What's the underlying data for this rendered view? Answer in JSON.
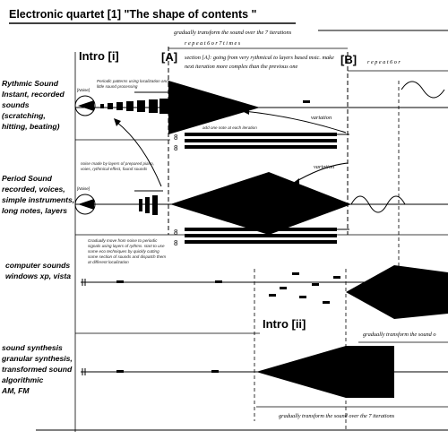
{
  "title": "Electronic quartet [1] \"The shape of contents \"",
  "rows": [
    {
      "lines": [
        "Rythmic Sound",
        "Instant, recorded",
        "sounds",
        "(scratching,",
        "hitting, beating)"
      ]
    },
    {
      "lines": [
        "Period Sound",
        "recorded, voices,",
        "simple instruments,",
        "long notes, layers"
      ]
    },
    {
      "lines": [
        "computer sounds",
        "windows xp, vista"
      ]
    },
    {
      "lines": [
        "sound synthesis",
        "granular synthesis,",
        "transformed sound",
        "algorithmic",
        "AM, FM"
      ]
    }
  ],
  "sections": {
    "intro_i": "Intro [i]",
    "a": "[A]",
    "b": "[B]",
    "intro_ii": "Intro [ii]"
  },
  "annotations": {
    "gradually_top": "gradually transform the sound over the 7 iterations",
    "repeat_a": "r e p e a t   6   o r   7   t i m e s",
    "repeat_b": "r e p e a t   6   o r",
    "section_a_desc": "section [A]: going from very rythmical to layers based msic. make next iteration more complex than the previous one",
    "variation_1": "variation",
    "variation_2": "variation",
    "add_note": "add one note at each iteration",
    "gradually_mid": "gradually transform the sound o",
    "gradually_bottom": "gradually transform the sound over the 7 iterations",
    "intro_note_1": "Periodic patterns using localization and little sound processing",
    "intro_note_2": "noise made by layers of prepared piano, voies, rythmical effect, found sounds",
    "intro_note_3": "Gradually move from noise to periodic signals using layers of rythms. start to use some eco techniques by quickly cutting some section of sounds and dispatch them at different localization",
    "noise_1": "[Noise]",
    "noise_2": "[Noise]"
  }
}
